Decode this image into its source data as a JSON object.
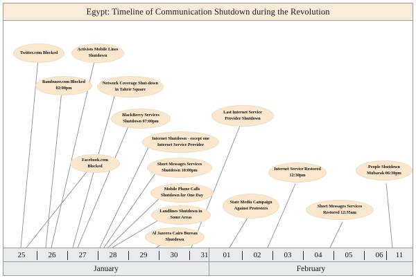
{
  "chart_data": {
    "type": "timeline",
    "title": "Egypt: Timeline of Communication Shutdown during the Revolution",
    "xlabel": "",
    "ylabel": "",
    "grid": false,
    "legend": "none",
    "axis": {
      "months": [
        {
          "name": "January",
          "days": [
            "25",
            "26",
            "27",
            "28",
            "29",
            "30",
            "31"
          ]
        },
        {
          "name": "February",
          "days": [
            "01",
            "02",
            "03",
            "04",
            "05",
            "06",
            "11"
          ]
        }
      ]
    },
    "events": [
      {
        "label": "Twitter.com Blocked",
        "date": "January 25"
      },
      {
        "label": "Activists Mobile Lines Shutdown",
        "date": "January 26"
      },
      {
        "label": "Bambuser.com Blocked 02:00pm",
        "date": "January 26"
      },
      {
        "label": "Network Coverage Shut-down in Tahrir Square",
        "date": "January 27"
      },
      {
        "label": "BlackBerry Services Shutdown 07:00pm",
        "date": "January 27"
      },
      {
        "label": "Last Internet Service Provider Shutdown",
        "date": "January 31"
      },
      {
        "label": "Internet Shutdown - except one Internet Service Provider",
        "date": "January 28"
      },
      {
        "label": "Facebook.com Blocked",
        "date": "January 25"
      },
      {
        "label": "Short Messages Services Shutdown 10:00pm",
        "date": "January 28"
      },
      {
        "label": "Internet Service Restored 12:30pm",
        "date": "February 02"
      },
      {
        "label": "People Shutdown Mubarak 06:30pm",
        "date": "February 11"
      },
      {
        "label": "Mobile Phone Calls Shutdown for One Day",
        "date": "January 28"
      },
      {
        "label": "State Media Campaign Against Protesters",
        "date": "February 01"
      },
      {
        "label": "Landlines Shutdown in Some Areas",
        "date": "January 28"
      },
      {
        "label": "Short Messages Services Restored 12:35am",
        "date": "February 04"
      },
      {
        "label": "Al Jazeera Cairo Bureau Shutdown",
        "date": "January 30"
      }
    ]
  },
  "title": {
    "text": "Egypt: Timeline of Communication Shutdown during the Revolution"
  },
  "events": [
    {
      "label": "Twitter.com Blocked"
    },
    {
      "label": "Activists Mobile Lines Shutdown"
    },
    {
      "label": "Bambuser.com Blocked 02:00pm"
    },
    {
      "label": "Network Coverage Shut-down in Tahrir Square"
    },
    {
      "label": "BlackBerry Services Shutdown 07:00pm"
    },
    {
      "label": "Last Internet Service Provider Shutdown"
    },
    {
      "label": "Internet Shutdown - except one Internet Service Provider"
    },
    {
      "label": "Facebook.com Blocked"
    },
    {
      "label": "Short Messages Services Shutdown 10:00pm"
    },
    {
      "label": "Internet Service Restored 12:30pm"
    },
    {
      "label": "People Shutdown Mubarak 06:30pm"
    },
    {
      "label": "Mobile Phone Calls Shutdown for One Day"
    },
    {
      "label": "State Media Campaign Against Protesters"
    },
    {
      "label": "Landlines Shutdown in Some Areas"
    },
    {
      "label": "Short Messages Services Restored 12:35am"
    },
    {
      "label": "Al Jazeera Cairo Bureau Shutdown"
    }
  ],
  "axis": {
    "days": [
      "25",
      "26",
      "27",
      "28",
      "29",
      "30",
      "31",
      "01",
      "02",
      "03",
      "04",
      "05",
      "06",
      "11"
    ],
    "months": [
      {
        "name": "January"
      },
      {
        "name": "February"
      }
    ]
  },
  "colors": {
    "ellipse_fill": "#fbe7cd",
    "title_fill": "#faecd8",
    "axis_fill": "#e8eaec",
    "border": "#9a9a9a",
    "text": "#111111"
  }
}
